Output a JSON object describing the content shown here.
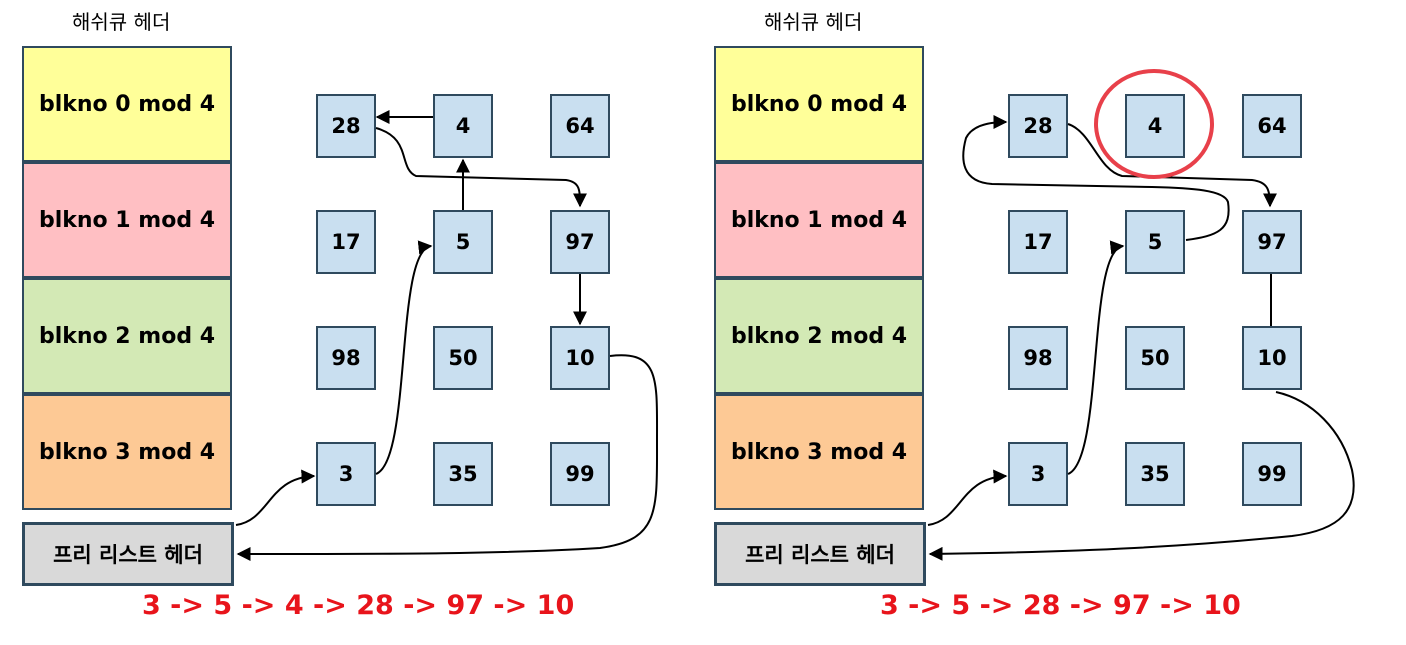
{
  "left": {
    "hash_header_label": "해쉬큐 헤더",
    "buckets": [
      "blkno 0 mod 4",
      "blkno 1 mod 4",
      "blkno 2 mod 4",
      "blkno 3 mod 4"
    ],
    "blocks": [
      [
        "28",
        "4",
        "64"
      ],
      [
        "17",
        "5",
        "97"
      ],
      [
        "98",
        "50",
        "10"
      ],
      [
        "3",
        "35",
        "99"
      ]
    ],
    "free_list_header": "프리 리스트 헤더",
    "sequence": "3 -> 5 -> 4 -> 28 -> 97 -> 10"
  },
  "right": {
    "hash_header_label": "해쉬큐 헤더",
    "buckets": [
      "blkno 0 mod 4",
      "blkno 1 mod 4",
      "blkno 2 mod 4",
      "blkno 3 mod 4"
    ],
    "blocks": [
      [
        "28",
        "4",
        "64"
      ],
      [
        "17",
        "5",
        "97"
      ],
      [
        "98",
        "50",
        "10"
      ],
      [
        "3",
        "35",
        "99"
      ]
    ],
    "free_list_header": "프리 리스트 헤더",
    "sequence": "3 -> 5 -> 28 -> 97 -> 10"
  },
  "colors": {
    "bucket_0": "#ffff99",
    "bucket_1": "#ffbfc3",
    "bucket_2": "#d3e9b5",
    "bucket_3": "#fdc995",
    "block_fill": "#c9dff0",
    "border": "#2f4a5e",
    "free_header_fill": "#d9d9d9",
    "sequence_text": "#e8141b",
    "highlight_circle": "#e8404a"
  }
}
